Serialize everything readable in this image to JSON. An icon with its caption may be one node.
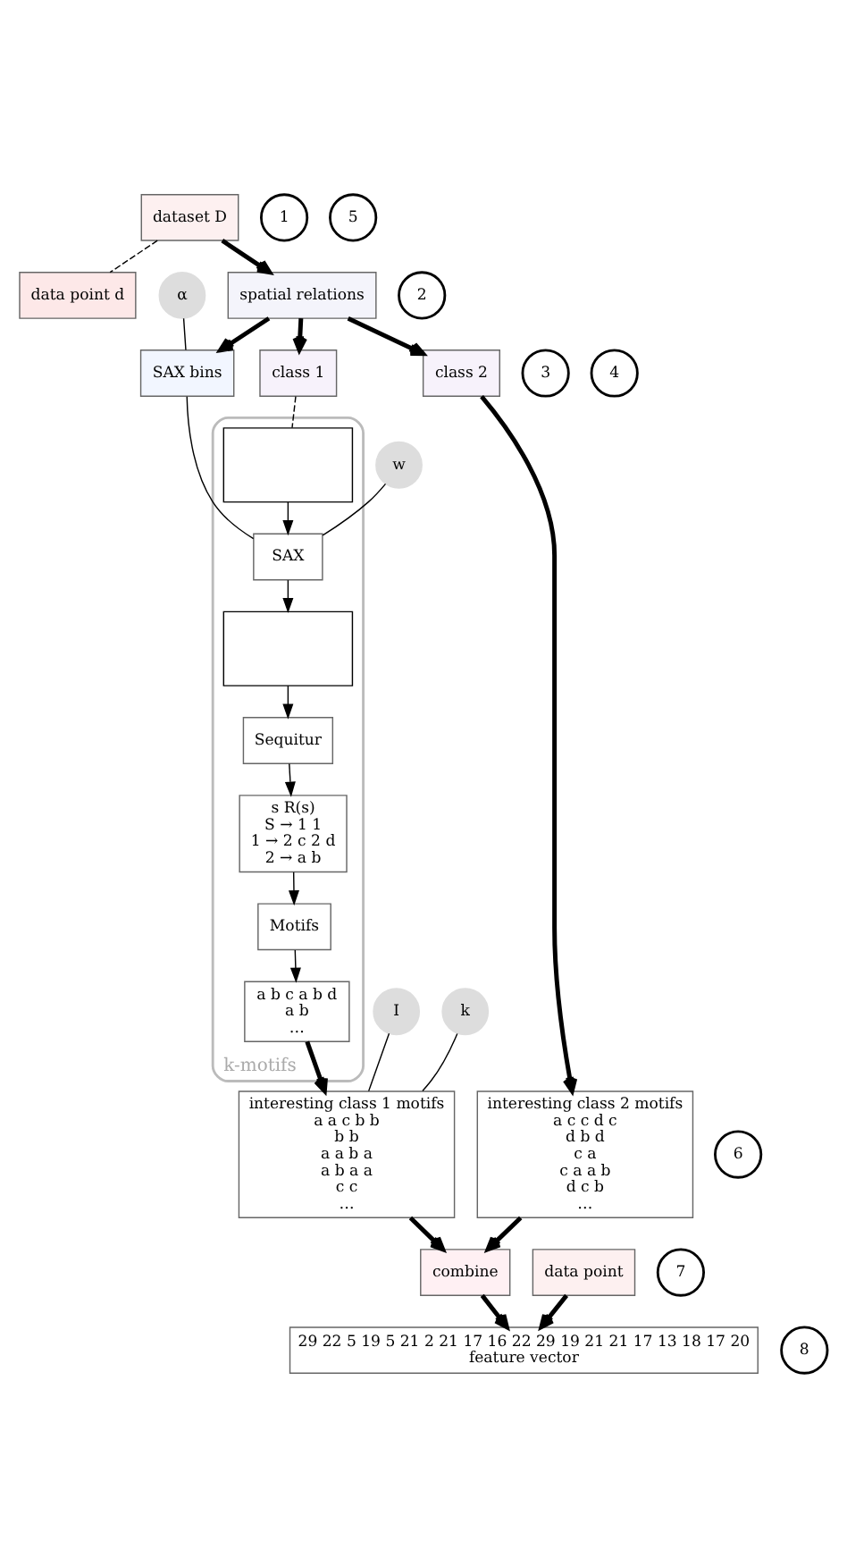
{
  "diagram": {
    "nodes": [
      {
        "text": [
          "data point d"
        ]
      },
      {
        "text": [
          "dataset D"
        ]
      },
      {
        "text": [
          "spatial relations"
        ]
      },
      {
        "text": [
          "SAX bins"
        ]
      },
      {
        "text": [
          "α"
        ]
      },
      {
        "text": [
          "class 1"
        ]
      },
      {
        "text": [
          "class 2"
        ]
      },
      {
        "text": [
          "k-motifs"
        ]
      },
      {
        "text": [],
        "shape": "box",
        "in": 7
      },
      {
        "text": [
          "SAX"
        ],
        "in": 7
      },
      {
        "text": [
          "w"
        ]
      },
      {
        "text": [],
        "shape": "box",
        "in": 7
      },
      {
        "text": [
          "Sequitur"
        ],
        "in": 7
      },
      {
        "text": [
          "s R(s)",
          "S → 1 1",
          "1 → 2 c 2 d",
          "2 → a b"
        ],
        "in": 7
      },
      {
        "text": [
          "Motifs"
        ],
        "in": 7
      },
      {
        "text": [
          "a b c a b d",
          "a b",
          "…"
        ],
        "in": 7
      },
      {
        "text": [
          "I"
        ]
      },
      {
        "text": [
          "k"
        ]
      },
      {
        "text": [
          "interesting class 1 motifs",
          "a a c b b",
          "b b",
          "a a b a",
          "a b a a",
          "c c",
          "…"
        ]
      },
      {
        "text": [
          "interesting class 2 motifs",
          "a c c d c",
          "d b d",
          "c a",
          "c a a b",
          "d c b",
          "…"
        ]
      },
      {
        "text": [
          "combine"
        ]
      },
      {
        "text": [
          "data point"
        ]
      },
      {
        "text": [
          "29 22 5 19 5 21 2 21 17 16 22 29 19 21 21 17 13 18 17 20",
          "feature vector"
        ]
      },
      {
        "text": [
          "1"
        ]
      },
      {
        "text": [
          "2"
        ]
      },
      {
        "text": [
          "3"
        ]
      },
      {
        "text": [
          "4"
        ]
      },
      {
        "text": [
          "5"
        ]
      },
      {
        "text": [
          "6"
        ]
      },
      {
        "text": [
          "7"
        ]
      },
      {
        "text": [
          "8"
        ]
      }
    ],
    "edges": [
      {
        "from": 1,
        "to": 0,
        "arrow": "none",
        "style": "dashed"
      },
      {
        "from": 1,
        "to": 2,
        "arrow": "to",
        "style": "thick"
      },
      {
        "from": 2,
        "to": 3,
        "arrow": "to",
        "style": "thick"
      },
      {
        "from": 4,
        "to": 3,
        "arrow": "none"
      },
      {
        "from": 2,
        "to": 5,
        "arrow": "to",
        "style": "thick"
      },
      {
        "from": 2,
        "to": 6,
        "arrow": "to",
        "style": "thick"
      },
      {
        "from": 5,
        "to": 8,
        "arrow": "none",
        "style": "dashed"
      },
      {
        "from": 3,
        "to": 9,
        "arrow": "none"
      },
      {
        "from": 10,
        "to": 9,
        "arrow": "none"
      },
      {
        "from": 8,
        "to": 9,
        "arrow": "to"
      },
      {
        "from": 9,
        "to": 11,
        "arrow": "to"
      },
      {
        "from": 11,
        "to": 12,
        "arrow": "to"
      },
      {
        "from": 12,
        "to": 13,
        "arrow": "to"
      },
      {
        "from": 13,
        "to": 14,
        "arrow": "to"
      },
      {
        "from": 14,
        "to": 15,
        "arrow": "to"
      },
      {
        "from": 16,
        "to": 18,
        "arrow": "none"
      },
      {
        "from": 17,
        "to": 18,
        "arrow": "none"
      },
      {
        "from": 15,
        "to": 18,
        "arrow": "to",
        "style": "thick"
      },
      {
        "from": 6,
        "to": 19,
        "arrow": "to",
        "style": "thick"
      },
      {
        "from": 18,
        "to": 20,
        "arrow": "to",
        "style": "thick"
      },
      {
        "from": 19,
        "to": 20,
        "arrow": "to",
        "style": "thick"
      },
      {
        "from": 20,
        "to": 22,
        "arrow": "to",
        "style": "thick"
      },
      {
        "from": 21,
        "to": 22,
        "arrow": "to",
        "style": "thick"
      }
    ]
  }
}
